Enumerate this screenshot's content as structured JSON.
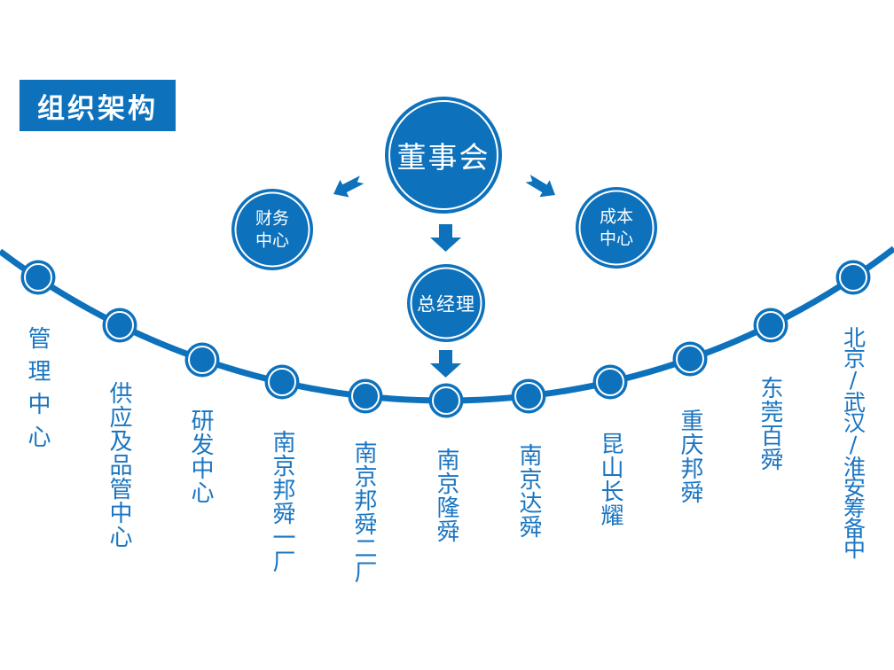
{
  "colors": {
    "primary": "#0d71bc",
    "label_text": "#1a75c2",
    "text_on_blue": "#ffffff",
    "background": "#ffffff"
  },
  "header": {
    "title_badge": "组织架构"
  },
  "org_chart": {
    "board": {
      "label": "董事会"
    },
    "finance_center": {
      "label": "财务中心"
    },
    "cost_center": {
      "label": "成本中心"
    },
    "general_manager": {
      "label": "总经理"
    },
    "units": [
      {
        "label": "管理中心"
      },
      {
        "label": "供应及品管中心"
      },
      {
        "label": "研发中心"
      },
      {
        "label": "南京邦舜一厂"
      },
      {
        "label": "南京邦舜二厂"
      },
      {
        "label": "南京隆舜"
      },
      {
        "label": "南京达舜"
      },
      {
        "label": "昆山长耀"
      },
      {
        "label": "重庆邦舜"
      },
      {
        "label": "东莞百舜"
      },
      {
        "label": "北京/武汉/淮安筹备中"
      }
    ]
  }
}
